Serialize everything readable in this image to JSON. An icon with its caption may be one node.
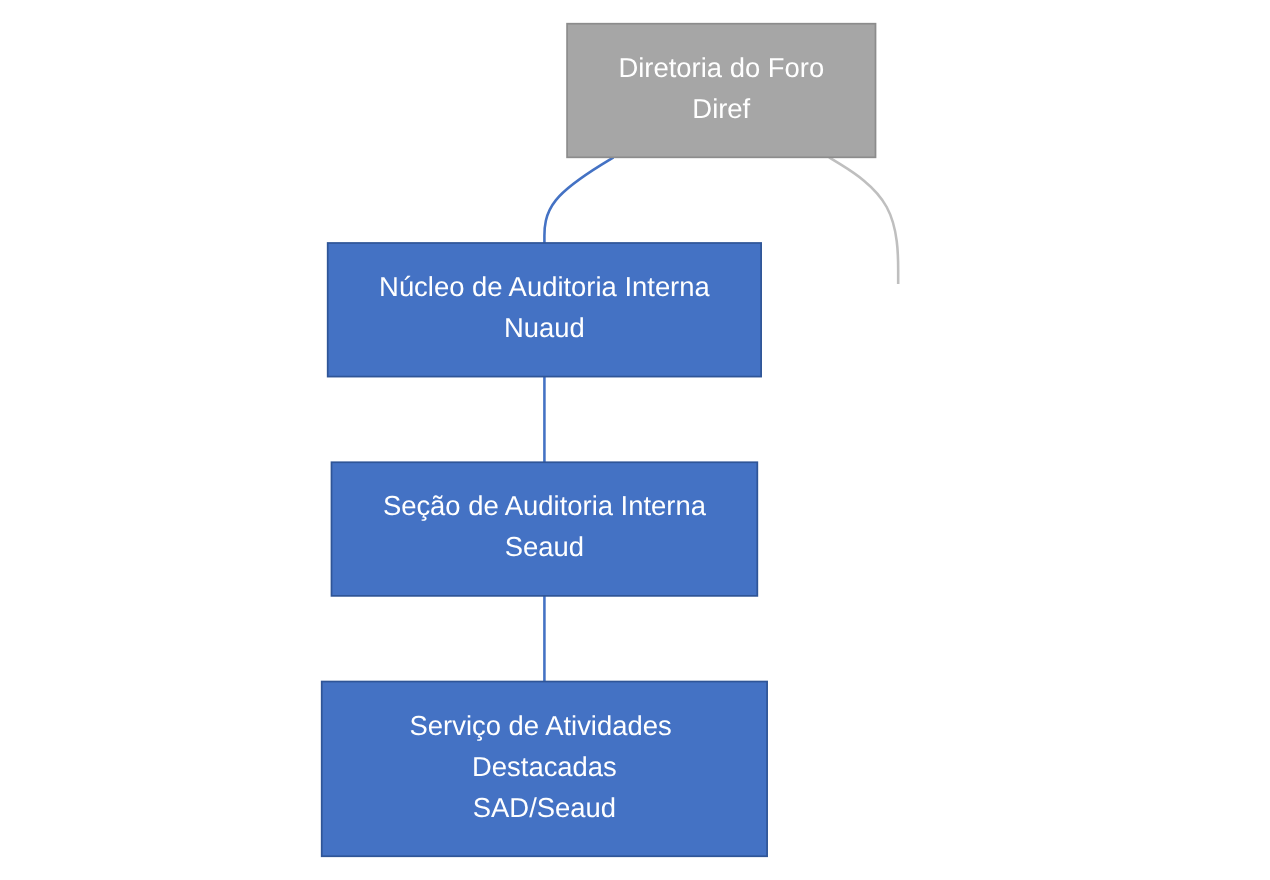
{
  "diagram": {
    "nodes": [
      {
        "text": [
          "Diretoria do Foro",
          "Diref"
        ]
      },
      {
        "text": [
          "Núcleo de Auditoria Interna",
          "Nuaud"
        ]
      },
      {
        "text": [
          "Seção de Auditoria Interna",
          "Seaud"
        ]
      },
      {
        "text": [
          "Serviço de Atividades Destacadas",
          "SAD/Seaud"
        ]
      }
    ],
    "edges": [
      {
        "from": 0,
        "to": 1,
        "arrow": "none"
      },
      {
        "from": 1,
        "to": 2,
        "arrow": "none"
      },
      {
        "from": 2,
        "to": 3,
        "arrow": "none"
      },
      {
        "from": 0,
        "to": null,
        "arrow": "none",
        "color": "#bfbfbf"
      }
    ]
  }
}
